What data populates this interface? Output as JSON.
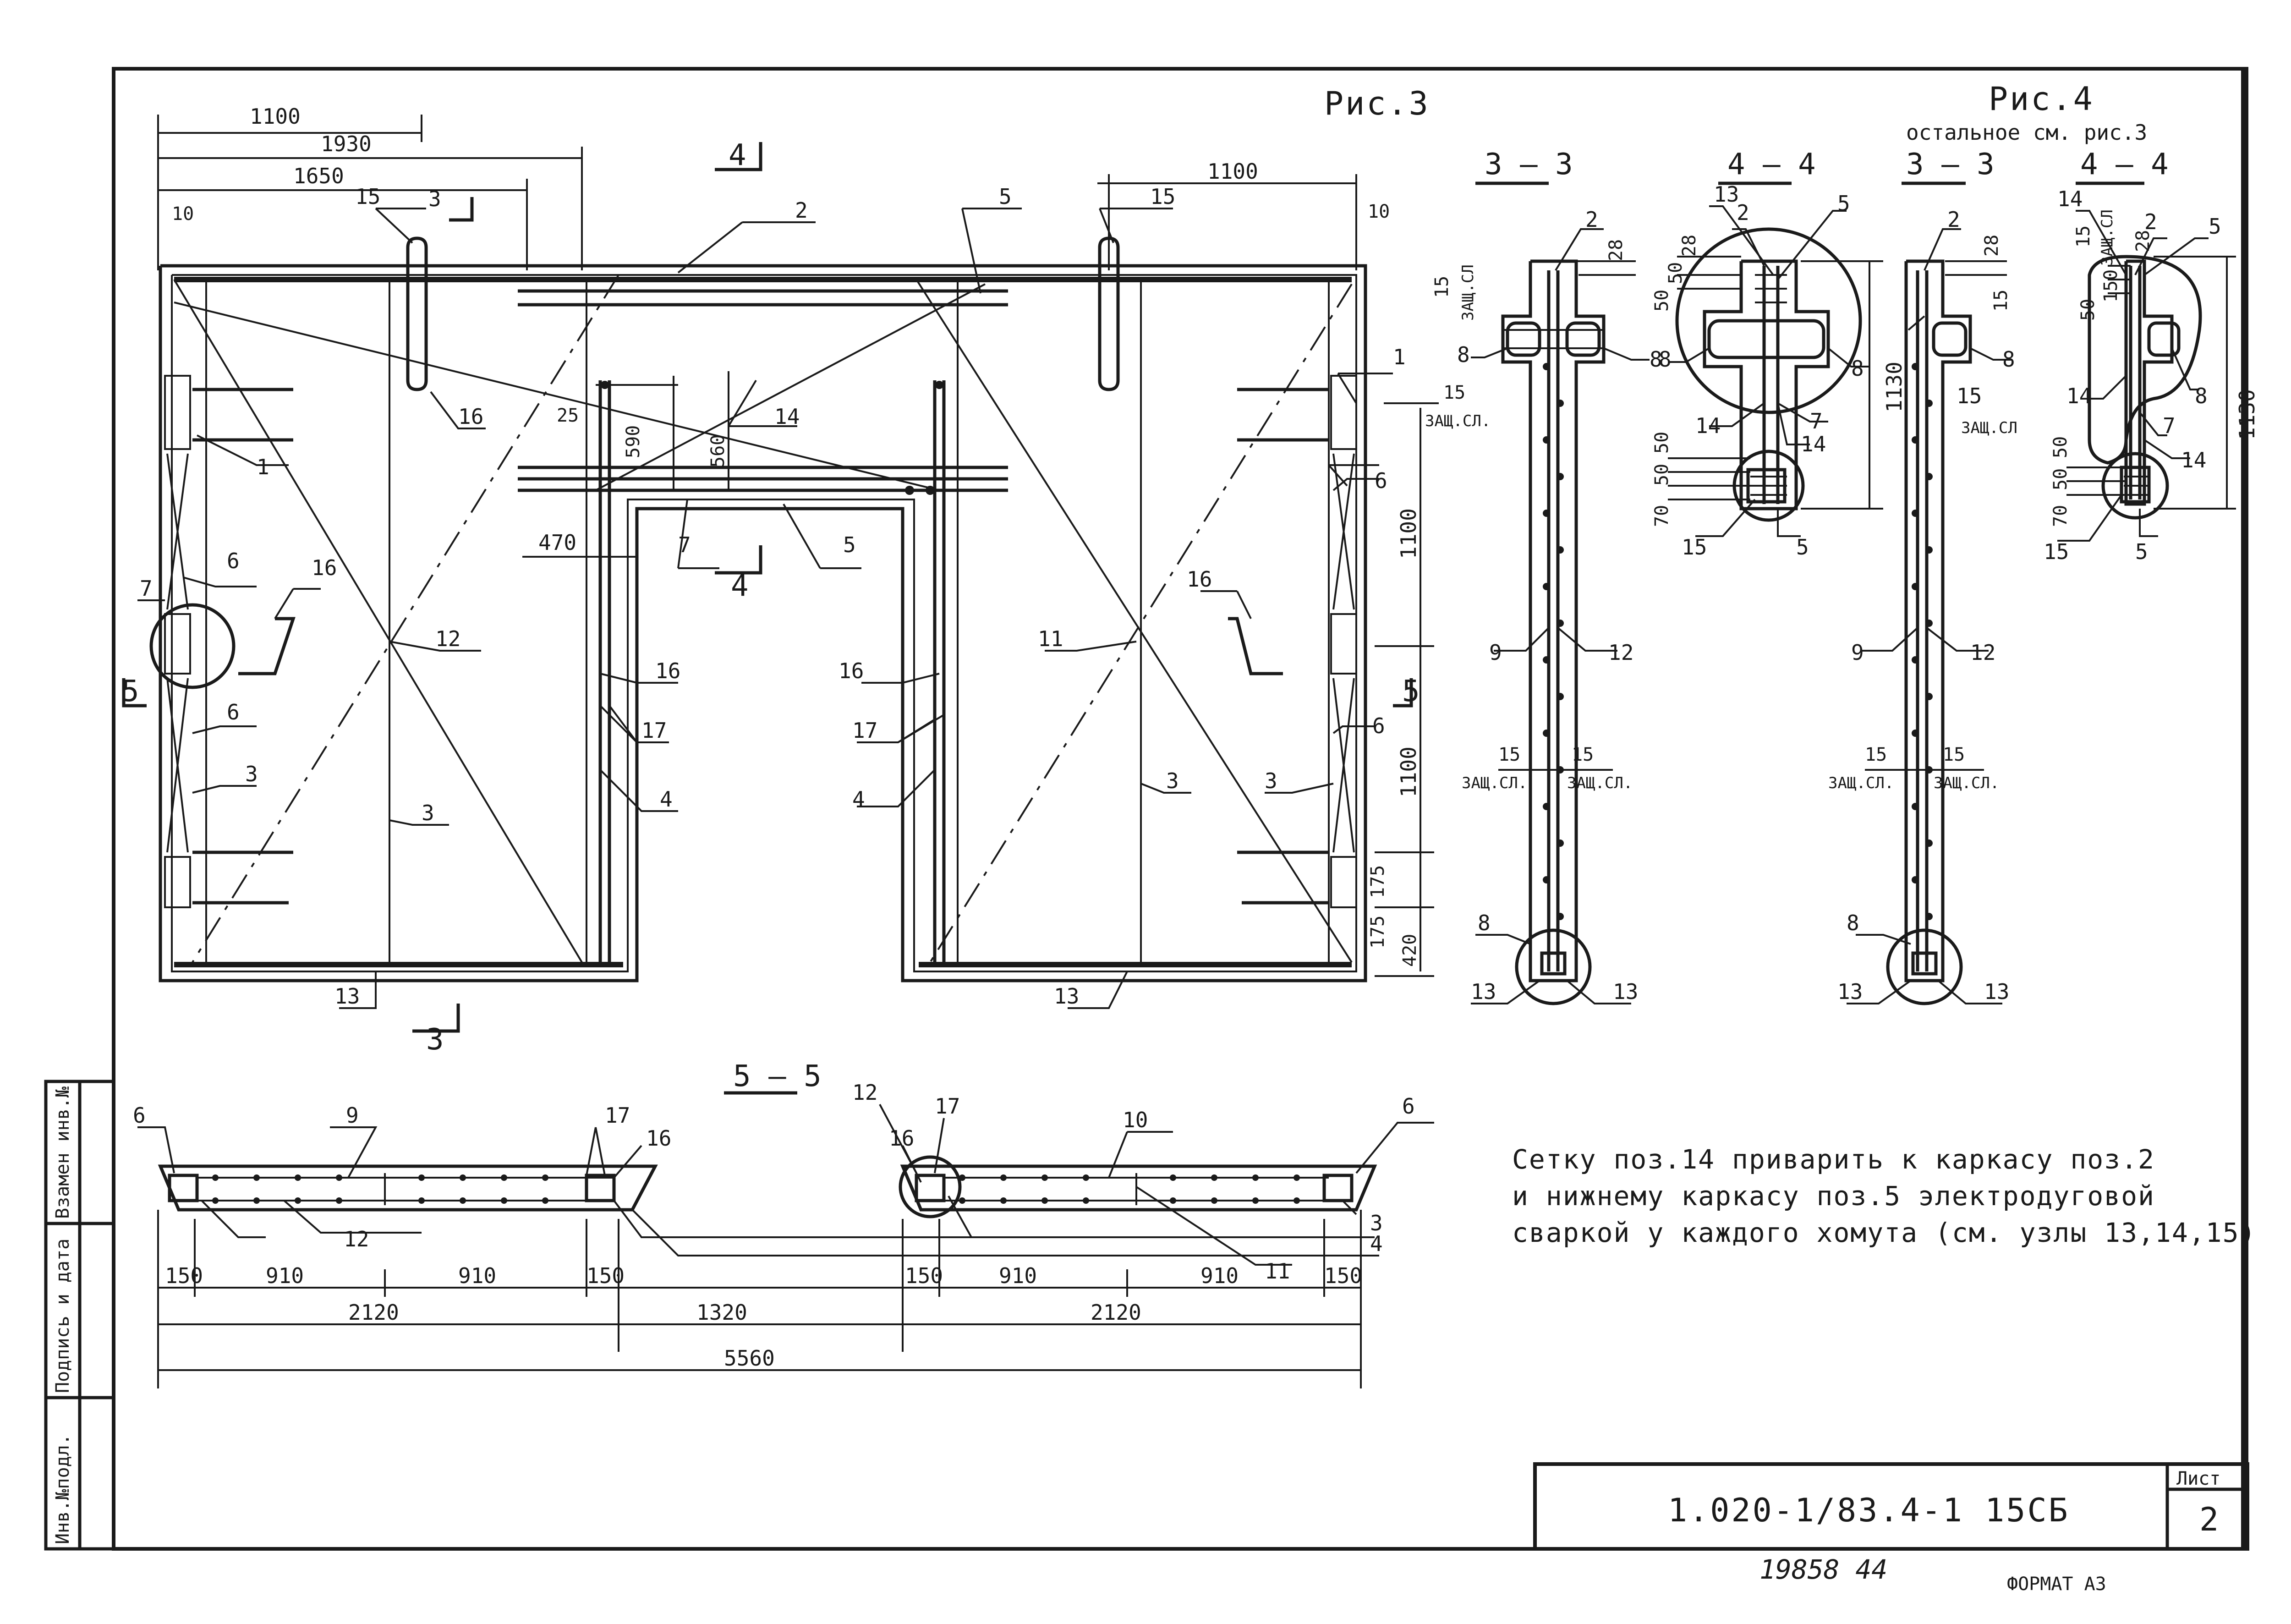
{
  "fig3": {
    "title": "Рис.3"
  },
  "fig4": {
    "title": "Рис.4",
    "subtitle": "остальное см. рис.3"
  },
  "sections": {
    "s33": "3 – 3",
    "s44": "4 – 4",
    "s55": "5 – 5",
    "cut3": "3",
    "cut4": "4",
    "cut5": "5"
  },
  "marks": {
    "m1": "1",
    "m2": "2",
    "m3": "3",
    "m4": "4",
    "m5": "5",
    "m6": "6",
    "m7": "7",
    "m8": "8",
    "m9": "9",
    "m10": "10",
    "m11": "11",
    "m12": "12",
    "m13": "13",
    "m14": "14",
    "m15": "15",
    "m16": "16",
    "m17": "17"
  },
  "dims": {
    "d1100": "1100",
    "d1930": "1930",
    "d1650": "1650",
    "d10": "10",
    "d25": "25",
    "d590": "590",
    "d560": "560",
    "d470": "470",
    "d175": "175",
    "d420": "420",
    "d1130": "1130",
    "d28": "28",
    "d50": "50",
    "d70": "70",
    "d150": "150",
    "d910": "910",
    "d2120": "2120",
    "d1320": "1320",
    "d5560": "5560"
  },
  "cover": {
    "label": "15",
    "abbr": "ЗАЩ.СЛ.",
    "abbr2": "ЗАЩ.СЛ"
  },
  "note": {
    "line1": "Сетку поз.14 приварить к каркасу поз.2",
    "line2": "и нижнему каркасу поз.5 электродуговой",
    "line3": "сваркой у каждого хомута (см. узлы 13,14,15)"
  },
  "stamp": {
    "doc_code": "1.020-1/83.4-1 15СБ",
    "sheet_label": "Лист",
    "sheet_number": "2"
  },
  "side_strip": {
    "inv": "Инв.№подл.",
    "sign": "Подпись и дата",
    "swap": "Взамен инв.№"
  },
  "footer": {
    "handwritten": "19858 44",
    "format": "ФОРМАТ А3"
  }
}
